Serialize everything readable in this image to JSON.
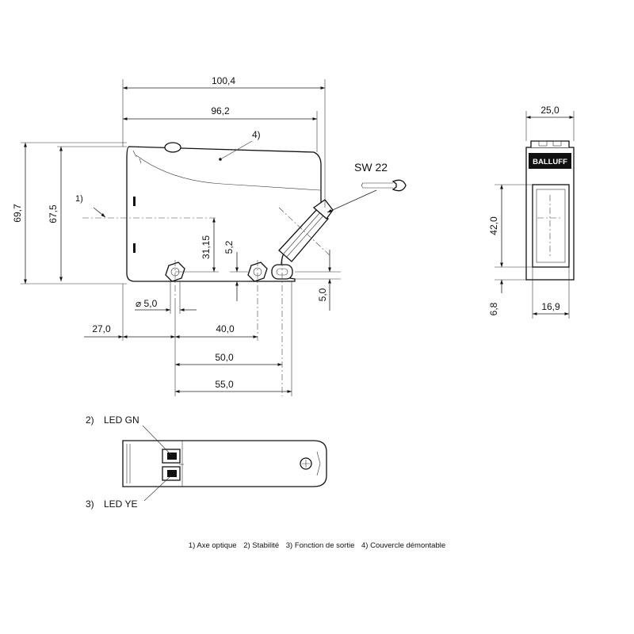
{
  "side_view": {
    "dims": {
      "overall_length": "100,4",
      "housing_length": "96,2",
      "overall_height": "69,7",
      "housing_height": "67,5",
      "optical_axis_height": "31,15",
      "hole_offset": "5,2",
      "hole_diameter": "⌀ 5,0",
      "bottom_offset": "5,0",
      "left_offset": "27,0",
      "hole_distance_1": "40,0",
      "hole_distance_2": "50,0",
      "hole_distance_3": "55,0"
    },
    "callouts": {
      "c1": "1)",
      "c4": "4)"
    },
    "wrench_label": "SW 22"
  },
  "front_view": {
    "dims": {
      "width": "25,0",
      "window_height": "42,0",
      "bottom": "6,8",
      "window_width": "16,9"
    },
    "brand": "BALLUFF"
  },
  "top_view": {
    "led_gn": {
      "number": "2)",
      "label": "LED GN"
    },
    "led_ye": {
      "number": "3)",
      "label": "LED YE"
    }
  },
  "legend": [
    "1) Axe optique",
    "2) Stabilité",
    "3) Fonction de sortie",
    "4) Couvercle démontable"
  ]
}
